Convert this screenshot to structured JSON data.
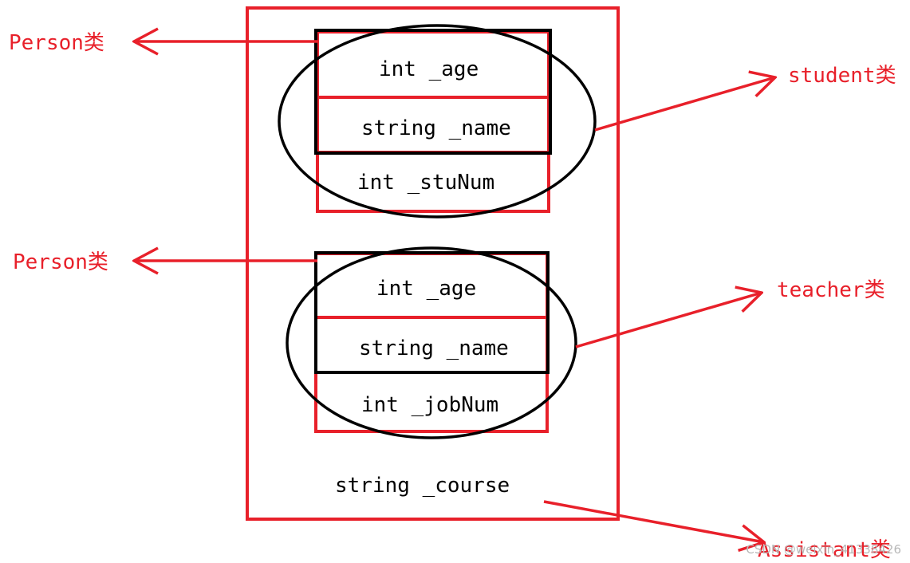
{
  "colors": {
    "red": "#e8202a",
    "black": "#000000",
    "watermark": "#b8b8b8"
  },
  "outer_class": {
    "label": "Assistant类",
    "own_field": "string _course"
  },
  "student_part": {
    "label": "student类",
    "base_label": "Person类",
    "fields": [
      "int _age",
      "string _name",
      "int _stuNum"
    ]
  },
  "teacher_part": {
    "label": "teacher类",
    "base_label": "Person类",
    "fields": [
      "int _age",
      "string _name",
      "int _jobNum"
    ]
  },
  "watermark": "CSDN @weixin_41338426"
}
